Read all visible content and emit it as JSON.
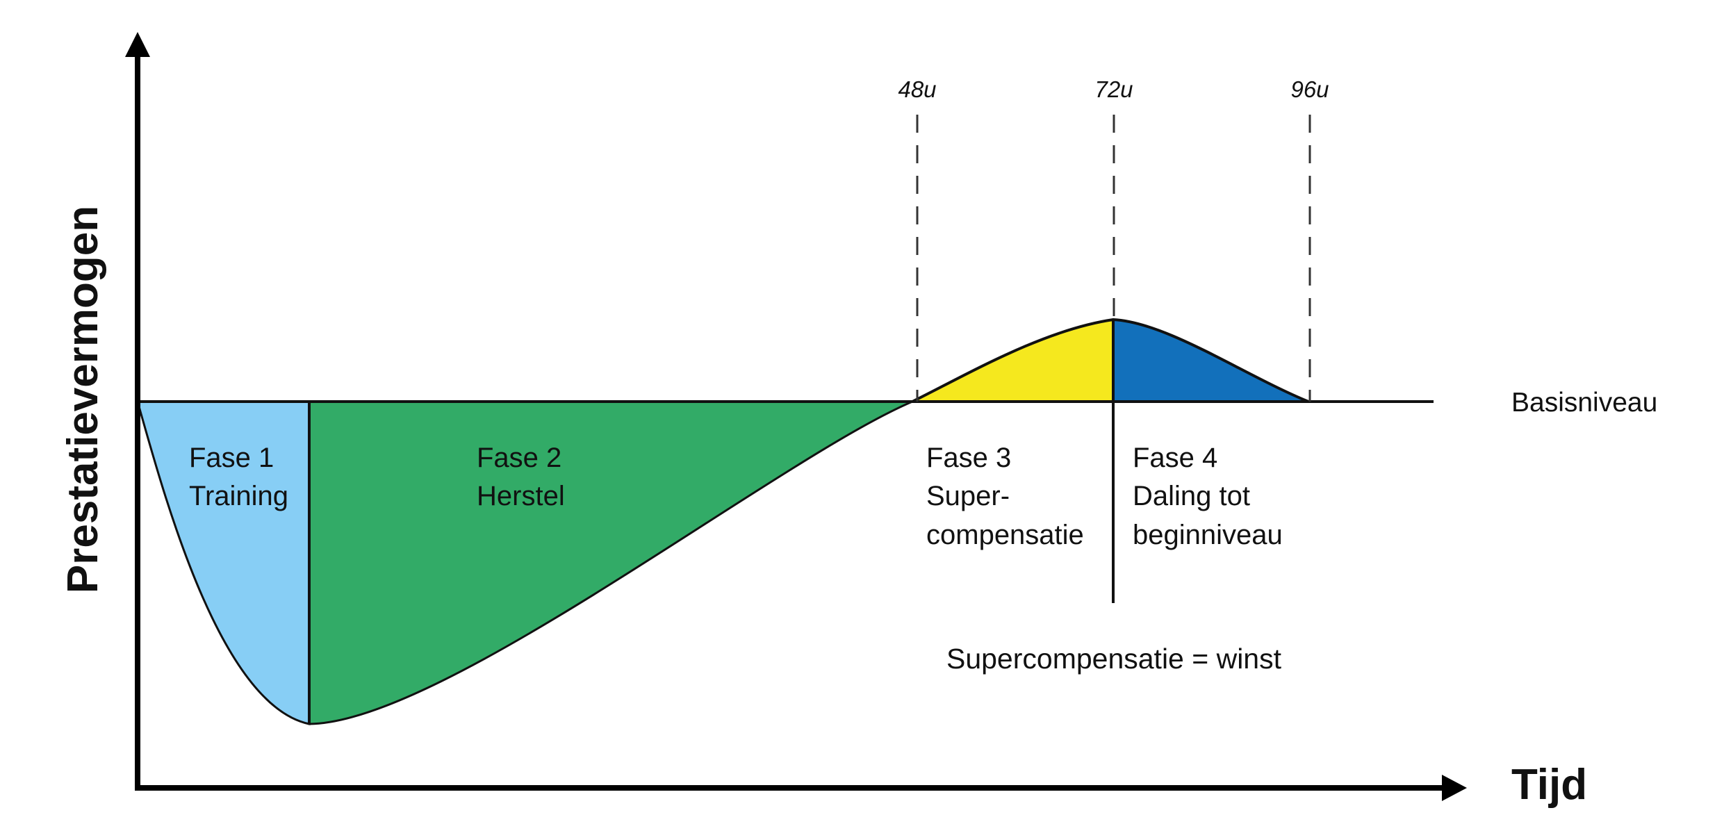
{
  "diagram": {
    "y_axis_label": "Prestatievermogen",
    "x_axis_label": "Tijd",
    "baseline_label": "Basisniveau",
    "time_markers": [
      "48u",
      "72u",
      "96u"
    ],
    "phases": [
      {
        "line1": "Fase 1",
        "line2": "Training",
        "line3": "",
        "color": "#87CEF5"
      },
      {
        "line1": "Fase 2",
        "line2": "Herstel",
        "line3": "",
        "color": "#32AB67"
      },
      {
        "line1": "Fase 3",
        "line2": "Super-",
        "line3": "compensatie",
        "color": "#F5E81E"
      },
      {
        "line1": "Fase 4",
        "line2": "Daling tot",
        "line3": "beginniveau",
        "color": "#1270BB"
      }
    ],
    "note": "Supercompensatie = winst"
  }
}
